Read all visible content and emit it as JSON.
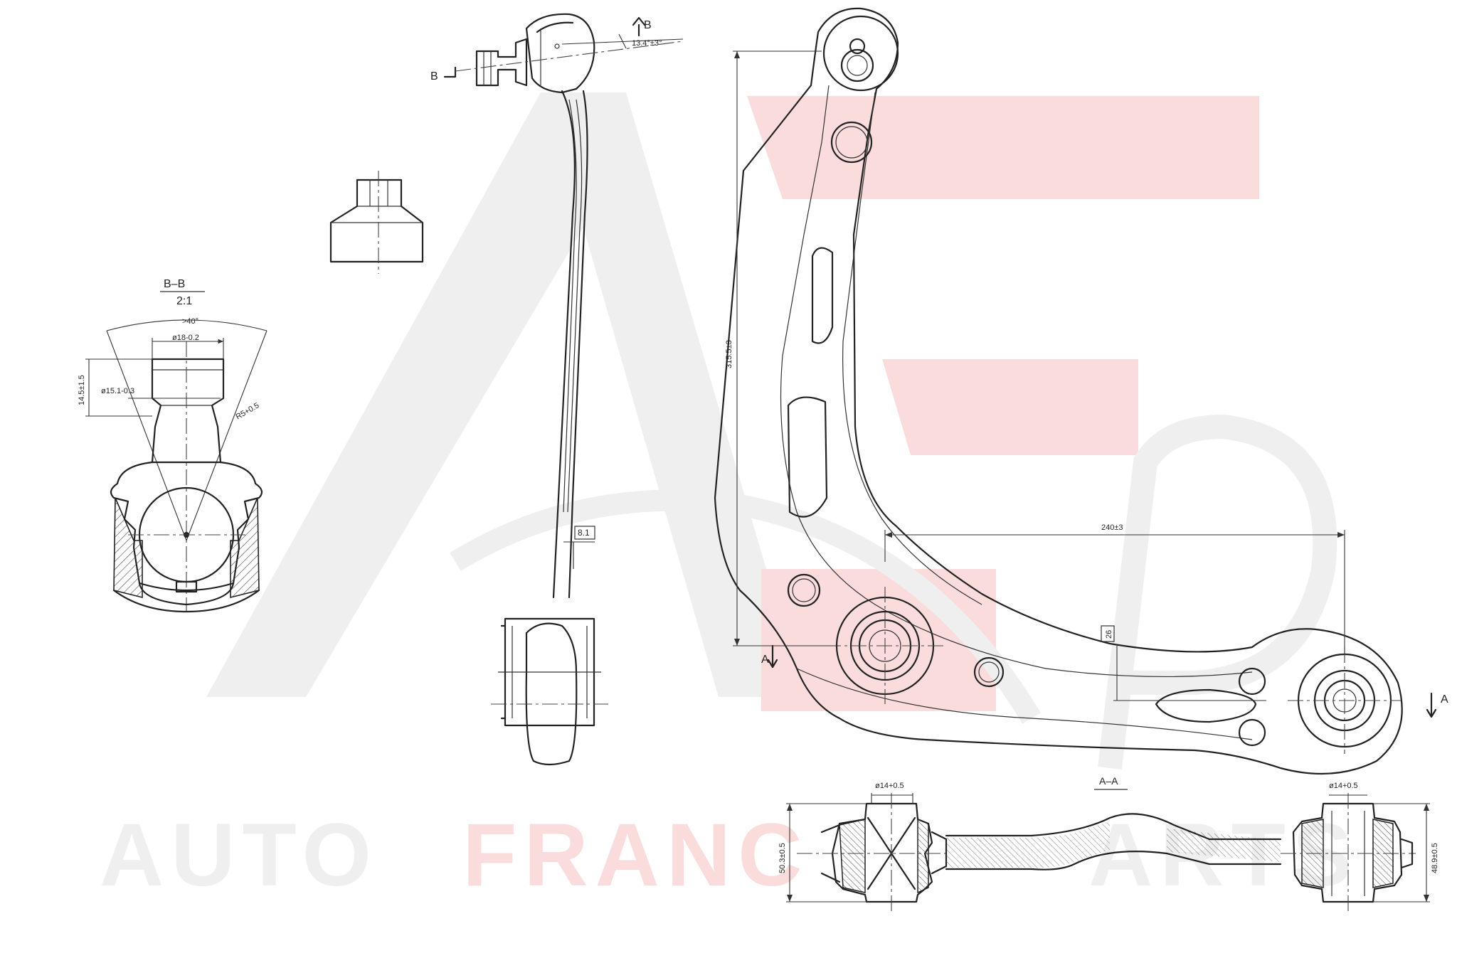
{
  "watermark": {
    "brand_text_left": "AUTO",
    "brand_text_mid": "FRANC",
    "brand_text_right": "ARTS",
    "monogram": "AFP",
    "colors": {
      "gray": "#efefef",
      "red": "#fbdcdc"
    }
  },
  "section_markers": {
    "b_left": "B",
    "b_right": "B",
    "a_left": "A",
    "a_right": "A"
  },
  "section_bb": {
    "title": "B–B",
    "scale": "2:1",
    "angle": ">40°",
    "top_diameter": "ø18-0.2",
    "neck_diameter": "ø15.1-0.3",
    "height": "14.5±1.5",
    "radius": "R5+0.5"
  },
  "link_view": {
    "angle_tolerance": "13.4°±3°",
    "thickness_box": "8.1"
  },
  "arm_view": {
    "height": "315.5±3",
    "span": "240±3",
    "offset_box": "26"
  },
  "section_aa": {
    "title": "A–A",
    "bore_left": "ø14+0.5",
    "bore_right": "ø14+0.5",
    "height_left": "50.3±0.5",
    "height_right": "48.9±0.5"
  }
}
